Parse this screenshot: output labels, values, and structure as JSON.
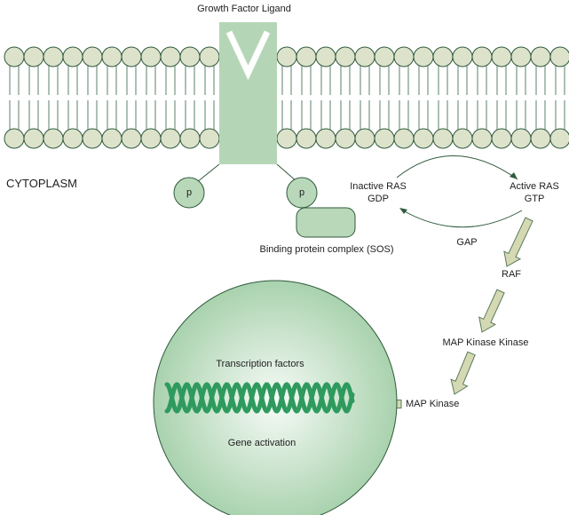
{
  "labels": {
    "ligand": "Growth Factor Ligand",
    "cytoplasm": "CYTOPLASM",
    "phosphate_left": "p",
    "phosphate_right": "p",
    "sos": "Binding protein complex (SOS)",
    "inactive_ras_line1": "Inactive RAS",
    "inactive_ras_line2": "GDP",
    "active_ras_line1": "Active RAS",
    "active_ras_line2": "GTP",
    "gap": "GAP",
    "raf": "RAF",
    "mapkk": "MAP Kinase Kinase",
    "mapk": "MAP Kinase",
    "transcription": "Transcription factors",
    "gene_activation": "Gene activation"
  },
  "colors": {
    "lipid_head_fill": "#dde2cb",
    "lipid_stroke": "#2f5a3c",
    "tail": "#7f9e88",
    "receptor": "#b5d6b6",
    "phosphate_fill": "#b8d8b9",
    "arrow_fill": "#d5d9b3",
    "arrow_stroke": "#5a7a5a",
    "dna": "#2e9a5e",
    "nucleus_center": "#f6faf6",
    "nucleus_edge": "#aed4b2"
  }
}
